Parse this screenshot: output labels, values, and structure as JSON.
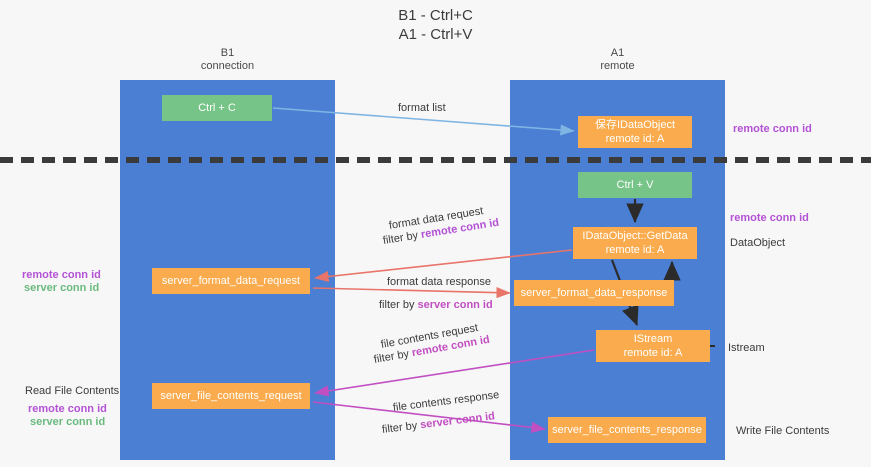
{
  "title": {
    "line1": "B1 - Ctrl+C",
    "line2": "A1 - Ctrl+V"
  },
  "lanes": [
    {
      "name": "B1",
      "sub": "connection",
      "color": "#4a7fd4"
    },
    {
      "name": "A1",
      "sub": "remote",
      "color": "#4a7fd4"
    }
  ],
  "boxes": {
    "ctrl_c": {
      "label": "Ctrl + C",
      "color": "#77c488"
    },
    "save_idataobject": {
      "line1": "保存IDataObject",
      "line2": "remote id: A",
      "color": "#f9ab4d"
    },
    "ctrl_v": {
      "label": "Ctrl + V",
      "color": "#77c488"
    },
    "getdata": {
      "line1": "IDataObject::GetData",
      "line2": "remote id: A",
      "color": "#f9ab4d"
    },
    "server_format_data_request": {
      "label": "server_format_data_request",
      "color": "#f9ab4d"
    },
    "server_format_data_response": {
      "label": "server_format_data_response",
      "color": "#f9ab4d"
    },
    "istream": {
      "line1": "IStream",
      "line2": "remote id: A",
      "color": "#f9ab4d"
    },
    "server_file_contents_request": {
      "label": "server_file_contents_request",
      "color": "#f9ab4d"
    },
    "server_file_contents_response": {
      "label": "server_file_contents_response",
      "color": "#f9ab4d"
    }
  },
  "edge_labels": {
    "format_list": "format list",
    "format_data_request": "format data request",
    "format_data_request_filter_prefix": "filter by ",
    "format_data_request_filter_key": "remote conn id",
    "format_data_response": "format data response",
    "format_data_response_filter_prefix": "filter by ",
    "format_data_response_filter_key": "server conn id",
    "file_contents_request": "file contents request",
    "file_contents_request_filter_prefix": "filter by ",
    "file_contents_request_filter_key": "remote conn id",
    "file_contents_response": "file contents response",
    "file_contents_response_filter_prefix": "filter by ",
    "file_contents_response_filter_key": "server conn id"
  },
  "right_labels": {
    "remote_conn_id_top": "remote conn id",
    "remote_conn_id_mid": "remote conn id",
    "dataobject": "DataObject",
    "istream": "Istream",
    "write_file_contents": "Write File Contents"
  },
  "left_labels": {
    "remote_conn_id_mid": "remote conn id",
    "server_conn_id_mid": "server conn id",
    "read_file_contents": "Read File Contents",
    "remote_conn_id_bottom": "remote conn id",
    "server_conn_id_bottom": "server conn id"
  },
  "colors": {
    "lane": "#4a7fd4",
    "green_box": "#77c488",
    "orange_box": "#f9ab4d",
    "purple_text": "#b452d6",
    "green_text": "#6aba7e",
    "red_arrow": "#e8746a",
    "magenta_arrow": "#c24fc2",
    "blue_arrow": "#7fb5e3",
    "dark_arrow": "#2b2b2b",
    "background": "#f7f7f7"
  }
}
